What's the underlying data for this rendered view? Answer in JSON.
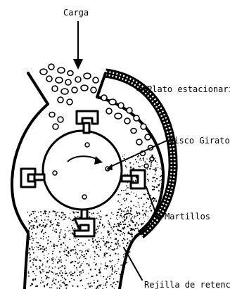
{
  "labels": {
    "feed": "Carga",
    "plate": "Plato estacionario",
    "disc": "Disco Giratorio",
    "hammers": "Martillos",
    "grate": "Rejilla de retención"
  }
}
